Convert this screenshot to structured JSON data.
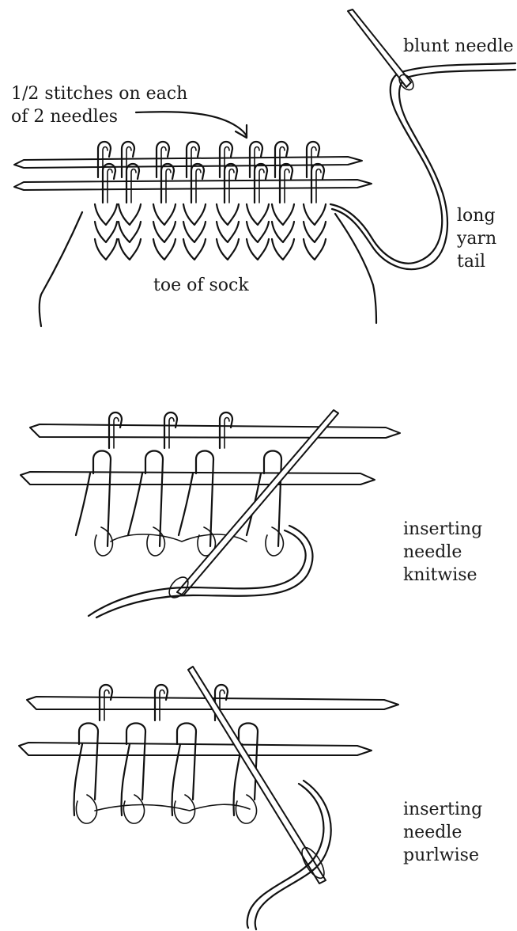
{
  "labels": {
    "blunt_needle": "blunt needle",
    "half_stitches_line1": "1/2 stitches on each",
    "half_stitches_line2": "of 2 needles",
    "long_yarn_tail_line1": "long",
    "long_yarn_tail_line2": "yarn",
    "long_yarn_tail_line3": "tail",
    "toe_of_sock": "toe of sock",
    "knitwise_line1": "inserting",
    "knitwise_line2": "needle",
    "knitwise_line3": "knitwise",
    "purlwise_line1": "inserting",
    "purlwise_line2": "needle",
    "purlwise_line3": "purlwise"
  },
  "icons": [
    "blunt-needle-icon",
    "knitting-needle-icon",
    "stitch-loop-icon",
    "yarn-tail-icon",
    "arrow-icon"
  ]
}
